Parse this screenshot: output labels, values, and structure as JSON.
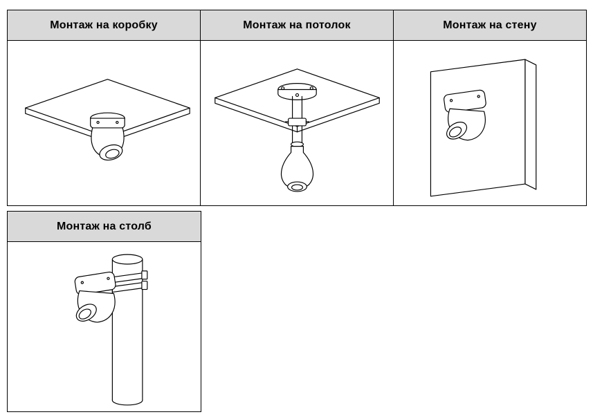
{
  "colors": {
    "header_bg": "#d9d9d9",
    "border": "#000000",
    "line": "#000000"
  },
  "cells": [
    {
      "id": "box",
      "label": "Монтаж на коробку",
      "alt": "turret camera mounted under a junction-box board"
    },
    {
      "id": "ceiling",
      "label": "Монтаж на потолок",
      "alt": "camera on a pendant bracket under a ceiling panel"
    },
    {
      "id": "wall",
      "label": "Монтаж на стену",
      "alt": "turret camera mounted on a wall panel"
    },
    {
      "id": "pole",
      "label": "Монтаж на столб",
      "alt": "turret camera strapped to a vertical pole"
    }
  ]
}
